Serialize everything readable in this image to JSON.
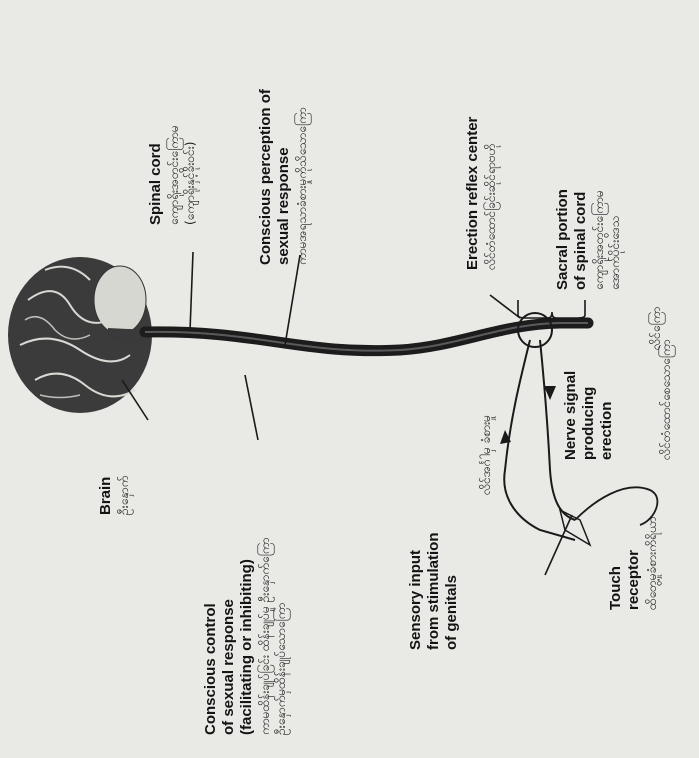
{
  "labels": {
    "brain": {
      "en": [
        "Brain"
      ],
      "my": [
        "ဦးနှောက်"
      ]
    },
    "spinal_cord": {
      "en": [
        "Spinal cord"
      ],
      "my": [
        "ကျောရိုးအတွင်းကြောမ",
        "(ကျောရိုးနှင့်ခိုးဝင်း)"
      ]
    },
    "conscious_perception": {
      "en": [
        "Conscious perception of",
        "sexual response"
      ],
      "my": [
        "ကာမအရသာခံစားမှုကိုသိသောကြော"
      ]
    },
    "conscious_control": {
      "en": [
        "Conscious control",
        "of sexual response",
        "(facilitating or inhibiting)"
      ],
      "my": [
        "ကာမထိန်းချုပ်ခြင်း ထိန်းချုပ်မှု ဦးနှောက်ကြော",
        "ဦးနှောက်မှထိန်းချုပ်သောကြော"
      ]
    },
    "erection_reflex": {
      "en": [
        "Erection reflex center"
      ],
      "my": [
        "လိင်တံထောင်ခြင်းဆိုင်ရာဗဟို"
      ]
    },
    "sacral_portion": {
      "en": [
        "Sacral portion",
        "of spinal cord"
      ],
      "my": [
        "ကျောရိုးအတွင်းကြောမ",
        "အောက်ပိုင်းဒေသ"
      ]
    },
    "nerve_signal": {
      "en": [
        "Nerve signal",
        "producing",
        "erection"
      ],
      "my": [
        "လိင်တံထောင်စေသောကြော"
      ]
    },
    "sensory_input": {
      "en": [
        "Sensory input",
        "from stimulation",
        "of genitals"
      ],
      "my": [
        "လိင်အင်္ဂါမှ ခံစားမှု"
      ]
    },
    "touch_receptor": {
      "en": [
        "Touch",
        "receptor"
      ],
      "my": [
        "ထိတွေ့မှုခံစားကိရိယာ"
      ]
    },
    "path_label_upper": {
      "my": [
        "လိင်ကြော"
      ]
    },
    "path_label_lower": {
      "my": [
        "လိင်ကြော"
      ]
    }
  },
  "colors": {
    "background": "#e9e9e6",
    "ink": "#141414",
    "brain_fill": "#3b3b3b",
    "cord": "#1c1c1c"
  }
}
